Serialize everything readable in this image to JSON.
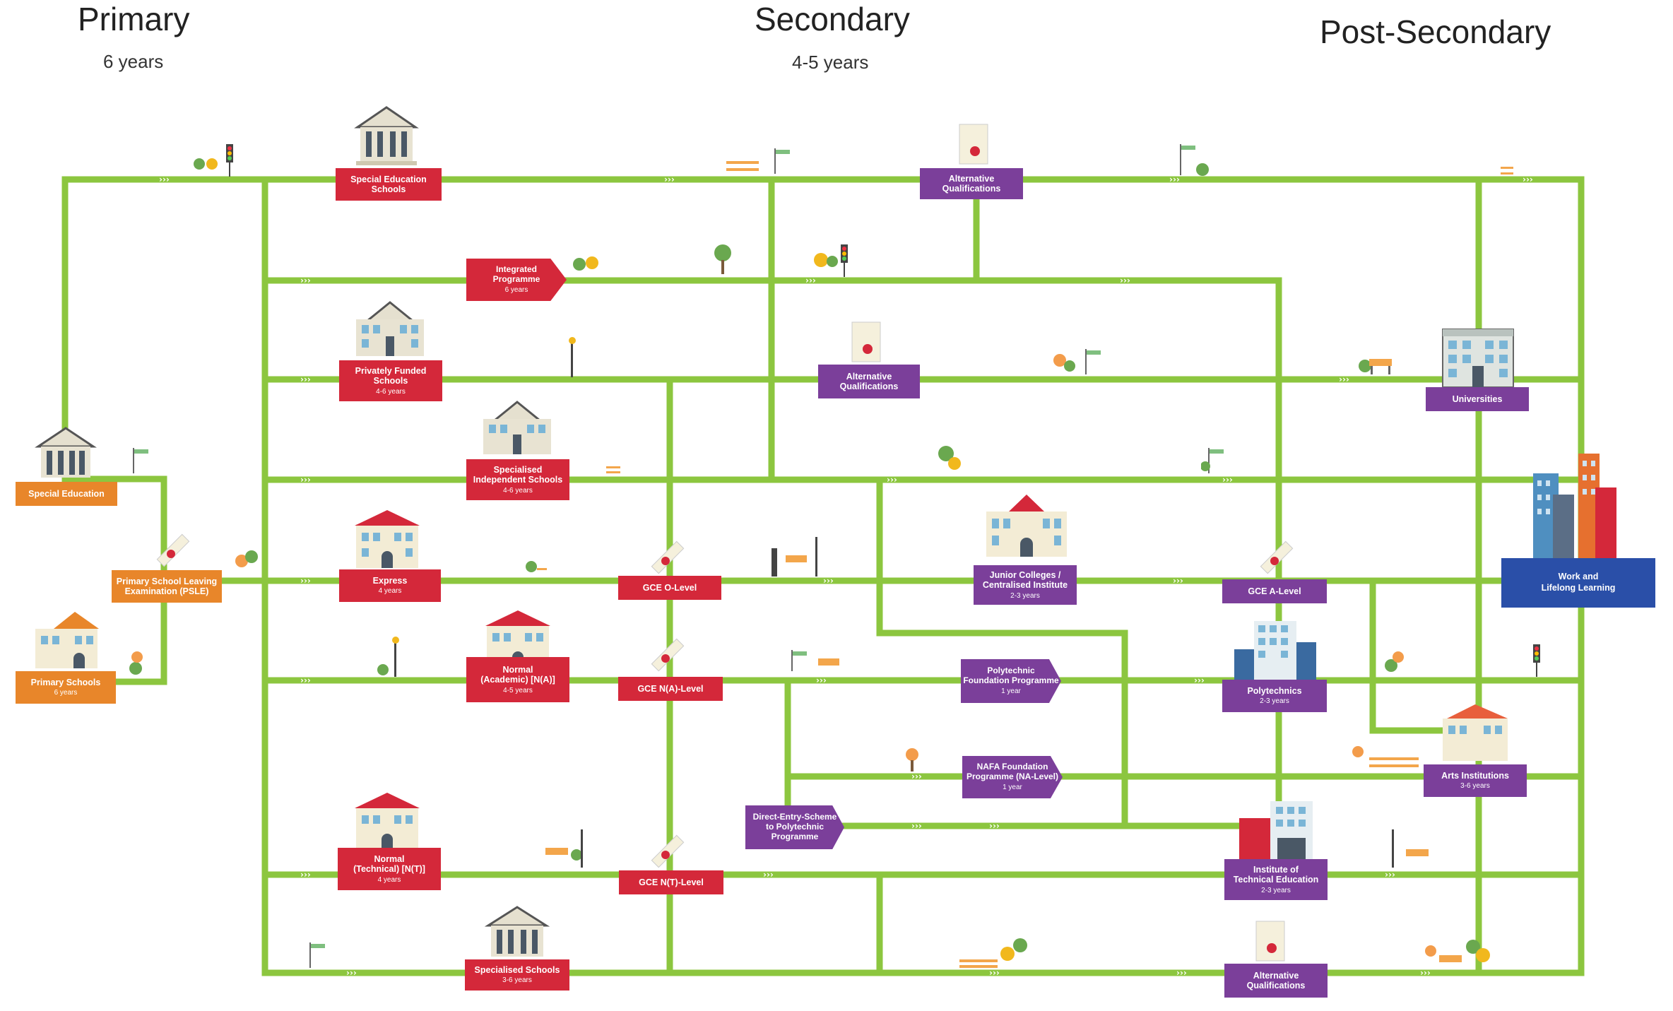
{
  "columns": {
    "primary": {
      "title": "Primary",
      "sub": "6 years"
    },
    "secondary": {
      "title": "Secondary",
      "sub": "4-5 years"
    },
    "post": {
      "title": "Post-Secondary",
      "sub": ""
    }
  },
  "nodes": {
    "special_education_schools": {
      "label": "Special Education\nSchools",
      "dur": ""
    },
    "alt_qual_1": {
      "label": "Alternative\nQualifications",
      "dur": ""
    },
    "integrated": {
      "label": "Integrated\nProgramme",
      "dur": "6 years"
    },
    "privately_funded": {
      "label": "Privately Funded\nSchools",
      "dur": "4-6 years"
    },
    "alt_qual_2": {
      "label": "Alternative\nQualifications",
      "dur": ""
    },
    "universities": {
      "label": "Universities",
      "dur": ""
    },
    "special_education": {
      "label": "Special Education",
      "dur": ""
    },
    "specialised_independent": {
      "label": "Specialised\nIndependent Schools",
      "dur": "4-6 years"
    },
    "psle": {
      "label": "Primary School Leaving\nExamination (PSLE)",
      "dur": ""
    },
    "express": {
      "label": "Express",
      "dur": "4 years"
    },
    "gce_o": {
      "label": "GCE O-Level",
      "dur": ""
    },
    "junior_colleges": {
      "label": "Junior Colleges /\nCentralised Institute",
      "dur": "2-3 years"
    },
    "gce_a": {
      "label": "GCE A-Level",
      "dur": ""
    },
    "work": {
      "label": "Work and\nLifelong Learning",
      "dur": ""
    },
    "primary_schools": {
      "label": "Primary Schools",
      "dur": "6 years"
    },
    "normal_academic": {
      "label": "Normal\n(Academic) [N(A)]",
      "dur": "4-5 years"
    },
    "gce_na": {
      "label": "GCE N(A)-Level",
      "dur": ""
    },
    "poly_foundation": {
      "label": "Polytechnic\nFoundation Programme",
      "dur": "1 year"
    },
    "polytechnics": {
      "label": "Polytechnics",
      "dur": "2-3 years"
    },
    "nafa": {
      "label": "NAFA Foundation\nProgramme (NA-Level)",
      "dur": "1 year"
    },
    "arts": {
      "label": "Arts Institutions",
      "dur": "3-6 years"
    },
    "dsp": {
      "label": "Direct-Entry-Scheme\nto Polytechnic\nProgramme",
      "dur": ""
    },
    "normal_technical": {
      "label": "Normal\n(Technical) [N(T)]",
      "dur": "4 years"
    },
    "gce_nt": {
      "label": "GCE N(T)-Level",
      "dur": ""
    },
    "ite": {
      "label": "Institute of\nTechnical Education",
      "dur": "2-3 years"
    },
    "specialised_schools": {
      "label": "Specialised Schools",
      "dur": "3-6 years"
    },
    "alt_qual_3": {
      "label": "Alternative\nQualifications",
      "dur": ""
    }
  },
  "colors": {
    "path": "#8cc63f",
    "red": "#d4283a",
    "orange": "#e8862a",
    "purple": "#7b3f9a",
    "blue": "#2a4fa8"
  },
  "icons": [
    "school-building-icon",
    "diploma-scroll-icon",
    "tree-icon",
    "traffic-light-icon",
    "signpost-icon",
    "bench-icon",
    "fence-icon",
    "street-lamp-icon",
    "city-skyline-icon"
  ]
}
